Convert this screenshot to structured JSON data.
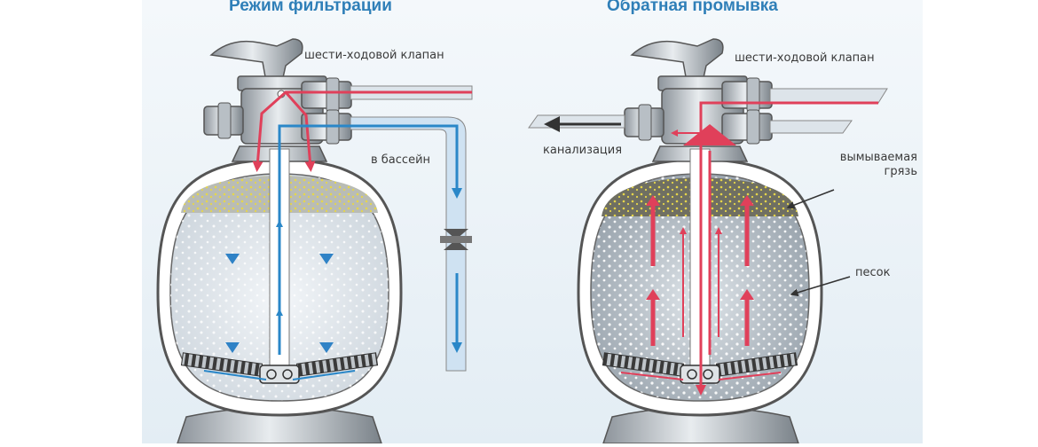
{
  "left_panel": {
    "title": "Режим фильтрации",
    "valve_label": "шести-ходовой клапан",
    "pool_label": "в бассейн"
  },
  "right_panel": {
    "title": "Обратная промывка",
    "valve_label": "шести-ходовой клапан",
    "sewer_label": "канализация",
    "dirt_label": "вымываемая грязь",
    "sand_label": "песок"
  },
  "colors": {
    "title": "#2f7fb8",
    "inflow": "#e0405a",
    "outflow": "#2a87c8",
    "dirt_layer": "#6f6f62",
    "sand": "#d6dce2",
    "background_panel": "#eef4f8"
  },
  "icons": [
    "six-way-valve-icon",
    "gate-valve-icon",
    "drain-arrow-icon",
    "lateral-collector-icon"
  ]
}
